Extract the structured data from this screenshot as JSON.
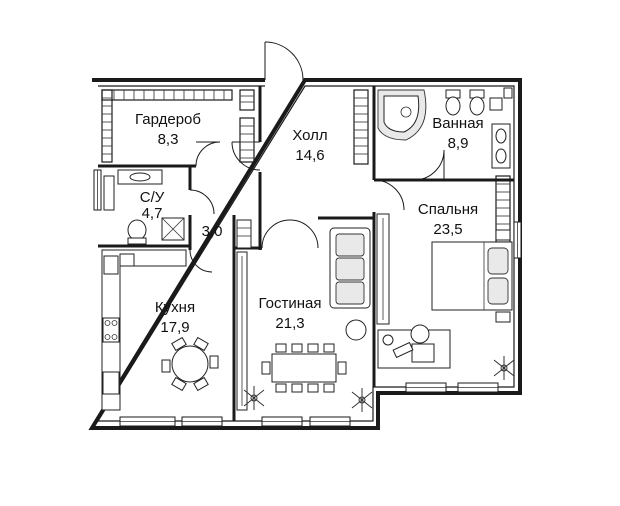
{
  "rooms": {
    "wardrobe": {
      "name": "Гардероб",
      "area": "8,3"
    },
    "hall": {
      "name": "Холл",
      "area": "14,6"
    },
    "bathroom": {
      "name": "Ванная",
      "area": "8,9"
    },
    "wc": {
      "name": "С/У",
      "area": "4,7"
    },
    "corridor": {
      "area": "3,0"
    },
    "bedroom": {
      "name": "Спальня",
      "area": "23,5"
    },
    "kitchen": {
      "name": "Кухня",
      "area": "17,9"
    },
    "living": {
      "name": "Гостиная",
      "area": "21,3"
    }
  },
  "colors": {
    "wall": "#1a1a1a",
    "background": "#ffffff",
    "fixture": "#e9e9e9"
  }
}
